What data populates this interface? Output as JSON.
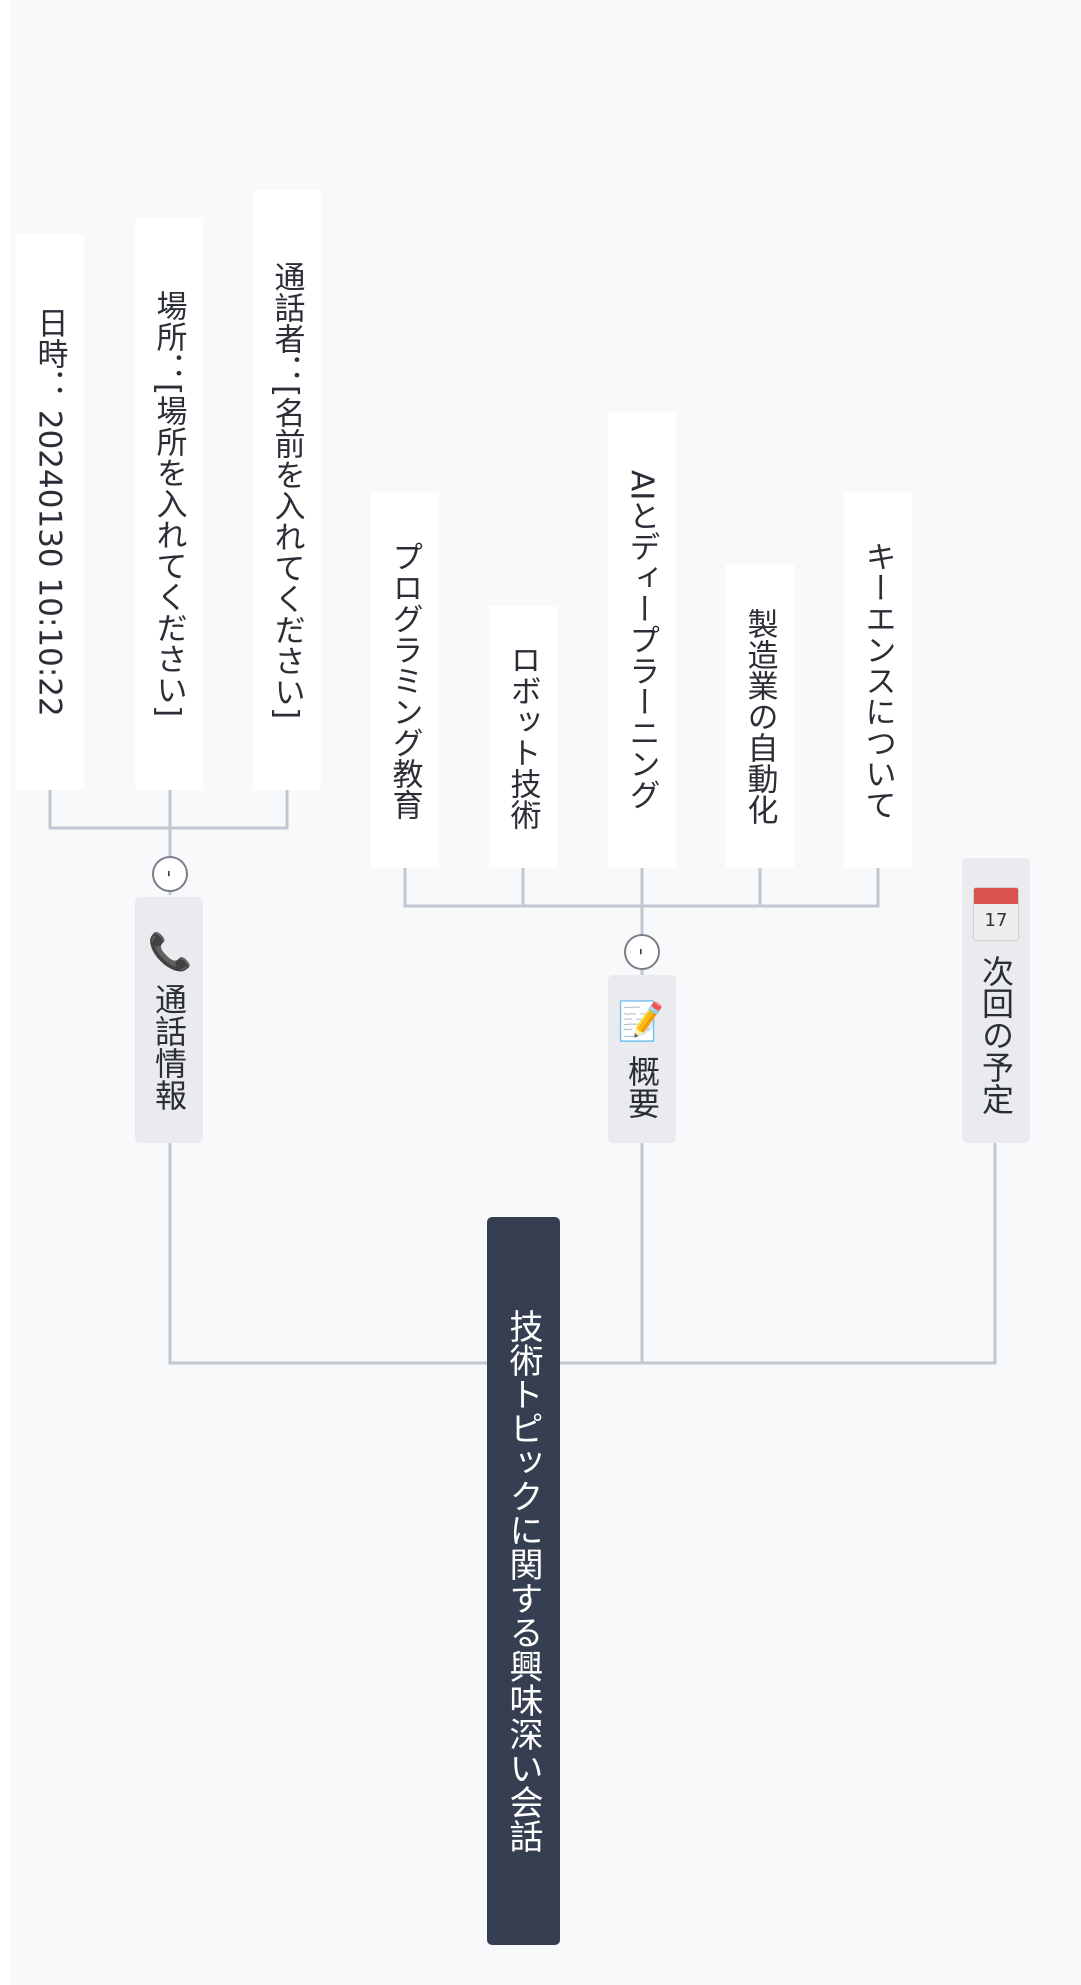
{
  "root": {
    "label": "技術トピックに関する興味深い会話"
  },
  "branches": [
    {
      "icon": "telephone-icon",
      "label": "通話情報",
      "collapse_symbol": "-",
      "children": [
        "日時： 20240130 10:10:22",
        "場所：[場所を入れてください]",
        "通話者：[名前を入れてください]"
      ]
    },
    {
      "icon": "memo-icon",
      "label": "概要",
      "collapse_symbol": "-",
      "children": [
        "プログラミング教育",
        "ロボット技術",
        "AIとディープラーニング",
        "製造業の自動化",
        "キーエンスについて"
      ]
    },
    {
      "icon": "calendar-icon",
      "calendar_day": "17",
      "label": "次回の予定",
      "children": []
    }
  ],
  "colors": {
    "root_bg": "#353f51",
    "branch_bg": "#e9ebee",
    "edge": "#c2c7d1",
    "background": "#f8f9fb"
  }
}
